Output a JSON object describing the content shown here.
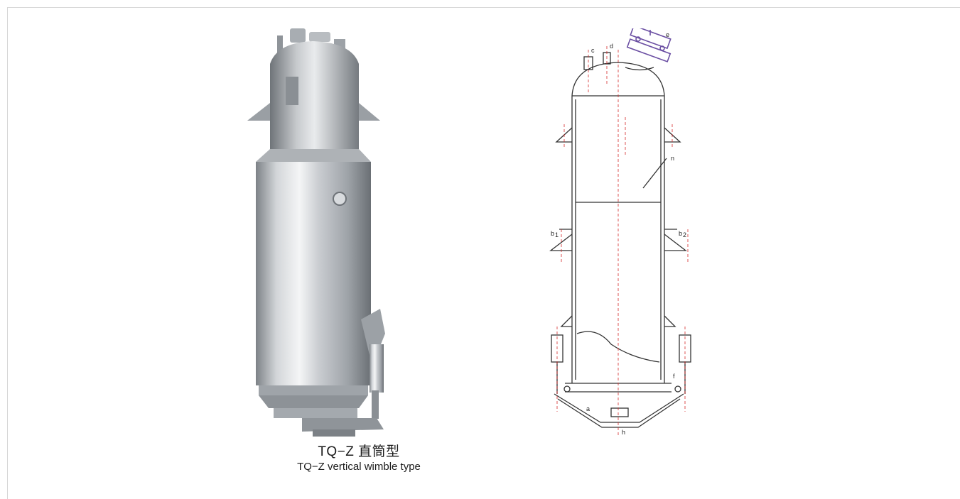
{
  "caption": {
    "title": "TQ−Z 直筒型",
    "subtitle": "TQ−Z vertical wimble type"
  },
  "diagram_labels": {
    "c": "c",
    "d": "d",
    "e": "e",
    "n": "n",
    "b1": "b",
    "b1_sub": "1",
    "b2": "b",
    "b2_sub": "2",
    "f": "f",
    "h": "h",
    "a": "a"
  },
  "colors": {
    "frame_border": "#d6d6d6",
    "steel_light": "#e6e8ea",
    "steel_mid": "#b4b8bc",
    "steel_dark": "#6f7478",
    "centerline": "#d42a2a",
    "flange": "#6b4fa3"
  }
}
